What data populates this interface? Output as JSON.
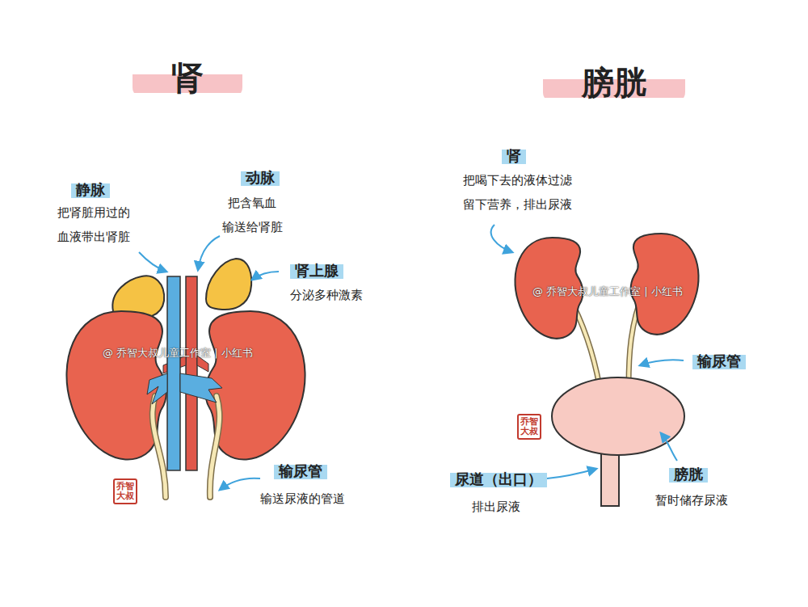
{
  "diagram": {
    "labels": [
      "肾",
      "膀胱",
      "静脉",
      "把肾脏用过的 血液带出肾脏",
      "动脉",
      "把含氧血 输送给肾脏",
      "肾上腺",
      "分泌多种激素",
      "输尿管",
      "输送尿液的管道",
      "@ 乔智大叔儿童工作室 | 小红书",
      "乔智大叔",
      "肾",
      "把喝下去的液体过滤 留下营养，排出尿液",
      "输尿管",
      "尿道（出口）",
      "排出尿液",
      "膀胱",
      "暂时储存尿液",
      "@ 乔智大叔儿童工作室 | 小红书",
      "乔智大叔"
    ]
  }
}
